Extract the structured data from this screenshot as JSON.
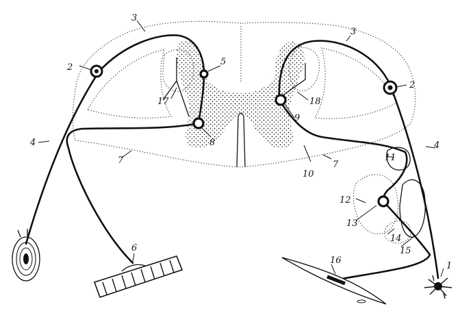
{
  "labels": [
    {
      "id": "l1",
      "text": "1"
    },
    {
      "id": "l2a",
      "text": "2"
    },
    {
      "id": "l2b",
      "text": "2"
    },
    {
      "id": "l3a",
      "text": "3"
    },
    {
      "id": "l3b",
      "text": "3"
    },
    {
      "id": "l4a",
      "text": "4"
    },
    {
      "id": "l4b",
      "text": "4"
    },
    {
      "id": "l5",
      "text": "5"
    },
    {
      "id": "l6",
      "text": "6"
    },
    {
      "id": "l7a",
      "text": "7"
    },
    {
      "id": "l7b",
      "text": "7"
    },
    {
      "id": "l8",
      "text": "8"
    },
    {
      "id": "l9",
      "text": "9"
    },
    {
      "id": "l10",
      "text": "10"
    },
    {
      "id": "l11",
      "text": "11"
    },
    {
      "id": "l12",
      "text": "12"
    },
    {
      "id": "l13",
      "text": "13"
    },
    {
      "id": "l14",
      "text": "14"
    },
    {
      "id": "l15",
      "text": "15"
    },
    {
      "id": "l16",
      "text": "16"
    },
    {
      "id": "l17",
      "text": "17"
    },
    {
      "id": "l18",
      "text": "18"
    }
  ]
}
